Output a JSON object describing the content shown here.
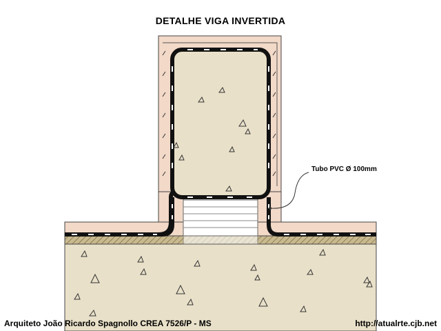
{
  "title": "DETALHE VIGA INVERTIDA",
  "annotation": {
    "pipe_label": "Tubo PVC Ø 100mm"
  },
  "footer": {
    "author": "Arquiteto João Ricardo Spagnollo CREA 7526/P - MS",
    "website": "http://atualrte.cjb.net"
  },
  "colors": {
    "masonry": "#f2d9c8",
    "concrete": "#e9e0c9",
    "waterproofing": "#111111",
    "hatch_band": "#c9b98f",
    "pipe_fill": "#ffffff"
  }
}
